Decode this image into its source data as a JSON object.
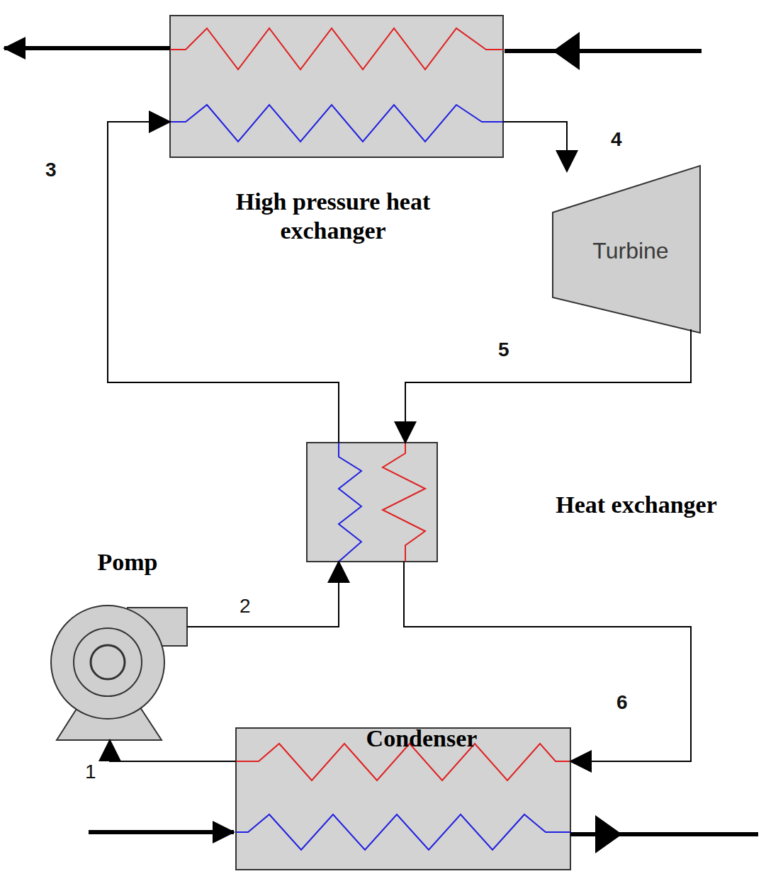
{
  "diagram": {
    "nodes": [
      {
        "text": [
          "High pressure heat exchanger"
        ]
      },
      {
        "text": [
          "Turbine"
        ]
      },
      {
        "text": [
          "Heat exchanger"
        ]
      },
      {
        "text": [
          "Condenser"
        ]
      },
      {
        "text": [
          "Pomp"
        ]
      }
    ],
    "edges": [
      {
        "from": 0,
        "to": 1,
        "arrow": "to"
      },
      {
        "from": 1,
        "to": 2,
        "arrow": "to"
      },
      {
        "from": 2,
        "to": 3,
        "arrow": "to"
      },
      {
        "from": 3,
        "to": 4,
        "arrow": "to"
      },
      {
        "from": 4,
        "to": 2,
        "arrow": "to"
      },
      {
        "from": 2,
        "to": 0,
        "arrow": "to"
      }
    ],
    "labels": [
      "3",
      "4",
      "5",
      "2",
      "6",
      "1"
    ]
  }
}
